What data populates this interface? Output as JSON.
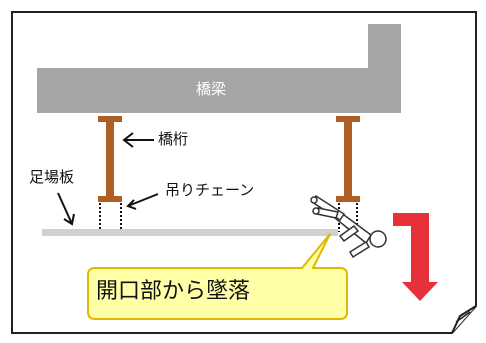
{
  "labels": {
    "beam": "橋梁",
    "girder": "橋桁",
    "scaffold_board": "足場板",
    "hanging_chain": "吊りチェーン",
    "fall_callout": "開口部から墜落"
  },
  "colors": {
    "beam": "#a6a6a6",
    "girder": "#b05f24",
    "board": "#d0d0d0",
    "callout_fill": "#ffffa8",
    "callout_stroke": "#e0b800",
    "fall_arrow": "#e8303a",
    "outline": "#222222"
  },
  "icons": {
    "person": "falling-worker-icon",
    "arrow": "fall-arrow-icon"
  }
}
